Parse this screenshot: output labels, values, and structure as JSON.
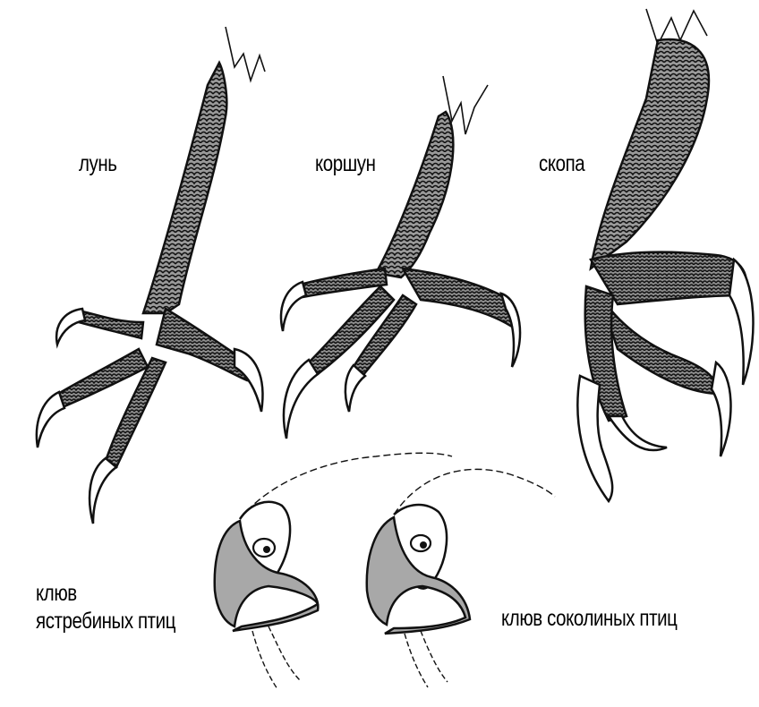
{
  "labels": {
    "harrier": "лунь",
    "kite": "коршун",
    "osprey": "скопа",
    "hawk_beak_line1": "клюв",
    "hawk_beak_line2": "ястребиных птиц",
    "falcon_beak": "клюв соколиных птиц"
  },
  "colors": {
    "scale_fill": "#9a9a9a",
    "outline": "#111111",
    "claw_fill": "#ffffff",
    "beak_fill": "#a8a8a8",
    "background": "#ffffff"
  }
}
